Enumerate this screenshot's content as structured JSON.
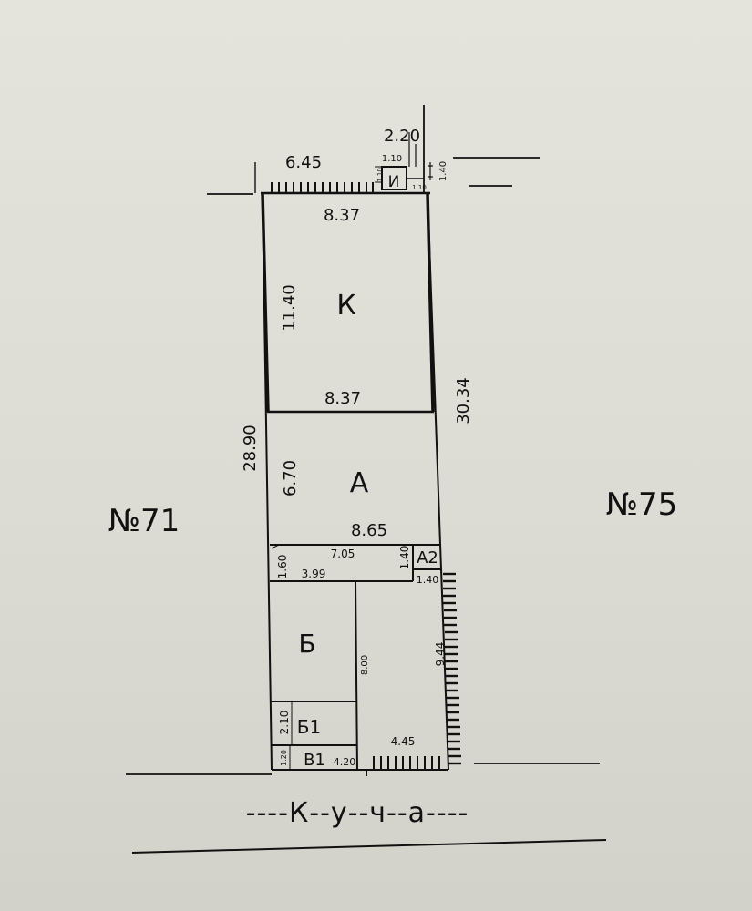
{
  "plan": {
    "lot_labels": {
      "left": "№71",
      "right": "№75"
    },
    "street_name": "----К--у--ч--а----",
    "structures": {
      "k": "К",
      "a": "А",
      "a2": "А2",
      "b": "Б",
      "b1": "Б1",
      "v1": "В1",
      "i": "И"
    },
    "dimensions": {
      "top_left": "6.45",
      "top_right": "2.20",
      "i_top": "1.10",
      "i_bottom": "1.10",
      "i_left": "1.10",
      "i_right": "1.40",
      "k_top": "8.37",
      "k_height": "11.40",
      "k_bottom": "8.37",
      "right_total": "30.34",
      "left_total": "28.90",
      "a_height": "6.70",
      "a_bottom": "8.65",
      "strip_height": "1.60",
      "strip_width": "7.05",
      "a2_height": "1.40",
      "a2_width": "1.40",
      "b_width": "3.99",
      "yard_height": "8.00",
      "right_lower": "9.44",
      "b1_height": "2.10",
      "v1_height": "1.20",
      "v1_width": "4.20",
      "bottom_right": "4.45"
    }
  }
}
